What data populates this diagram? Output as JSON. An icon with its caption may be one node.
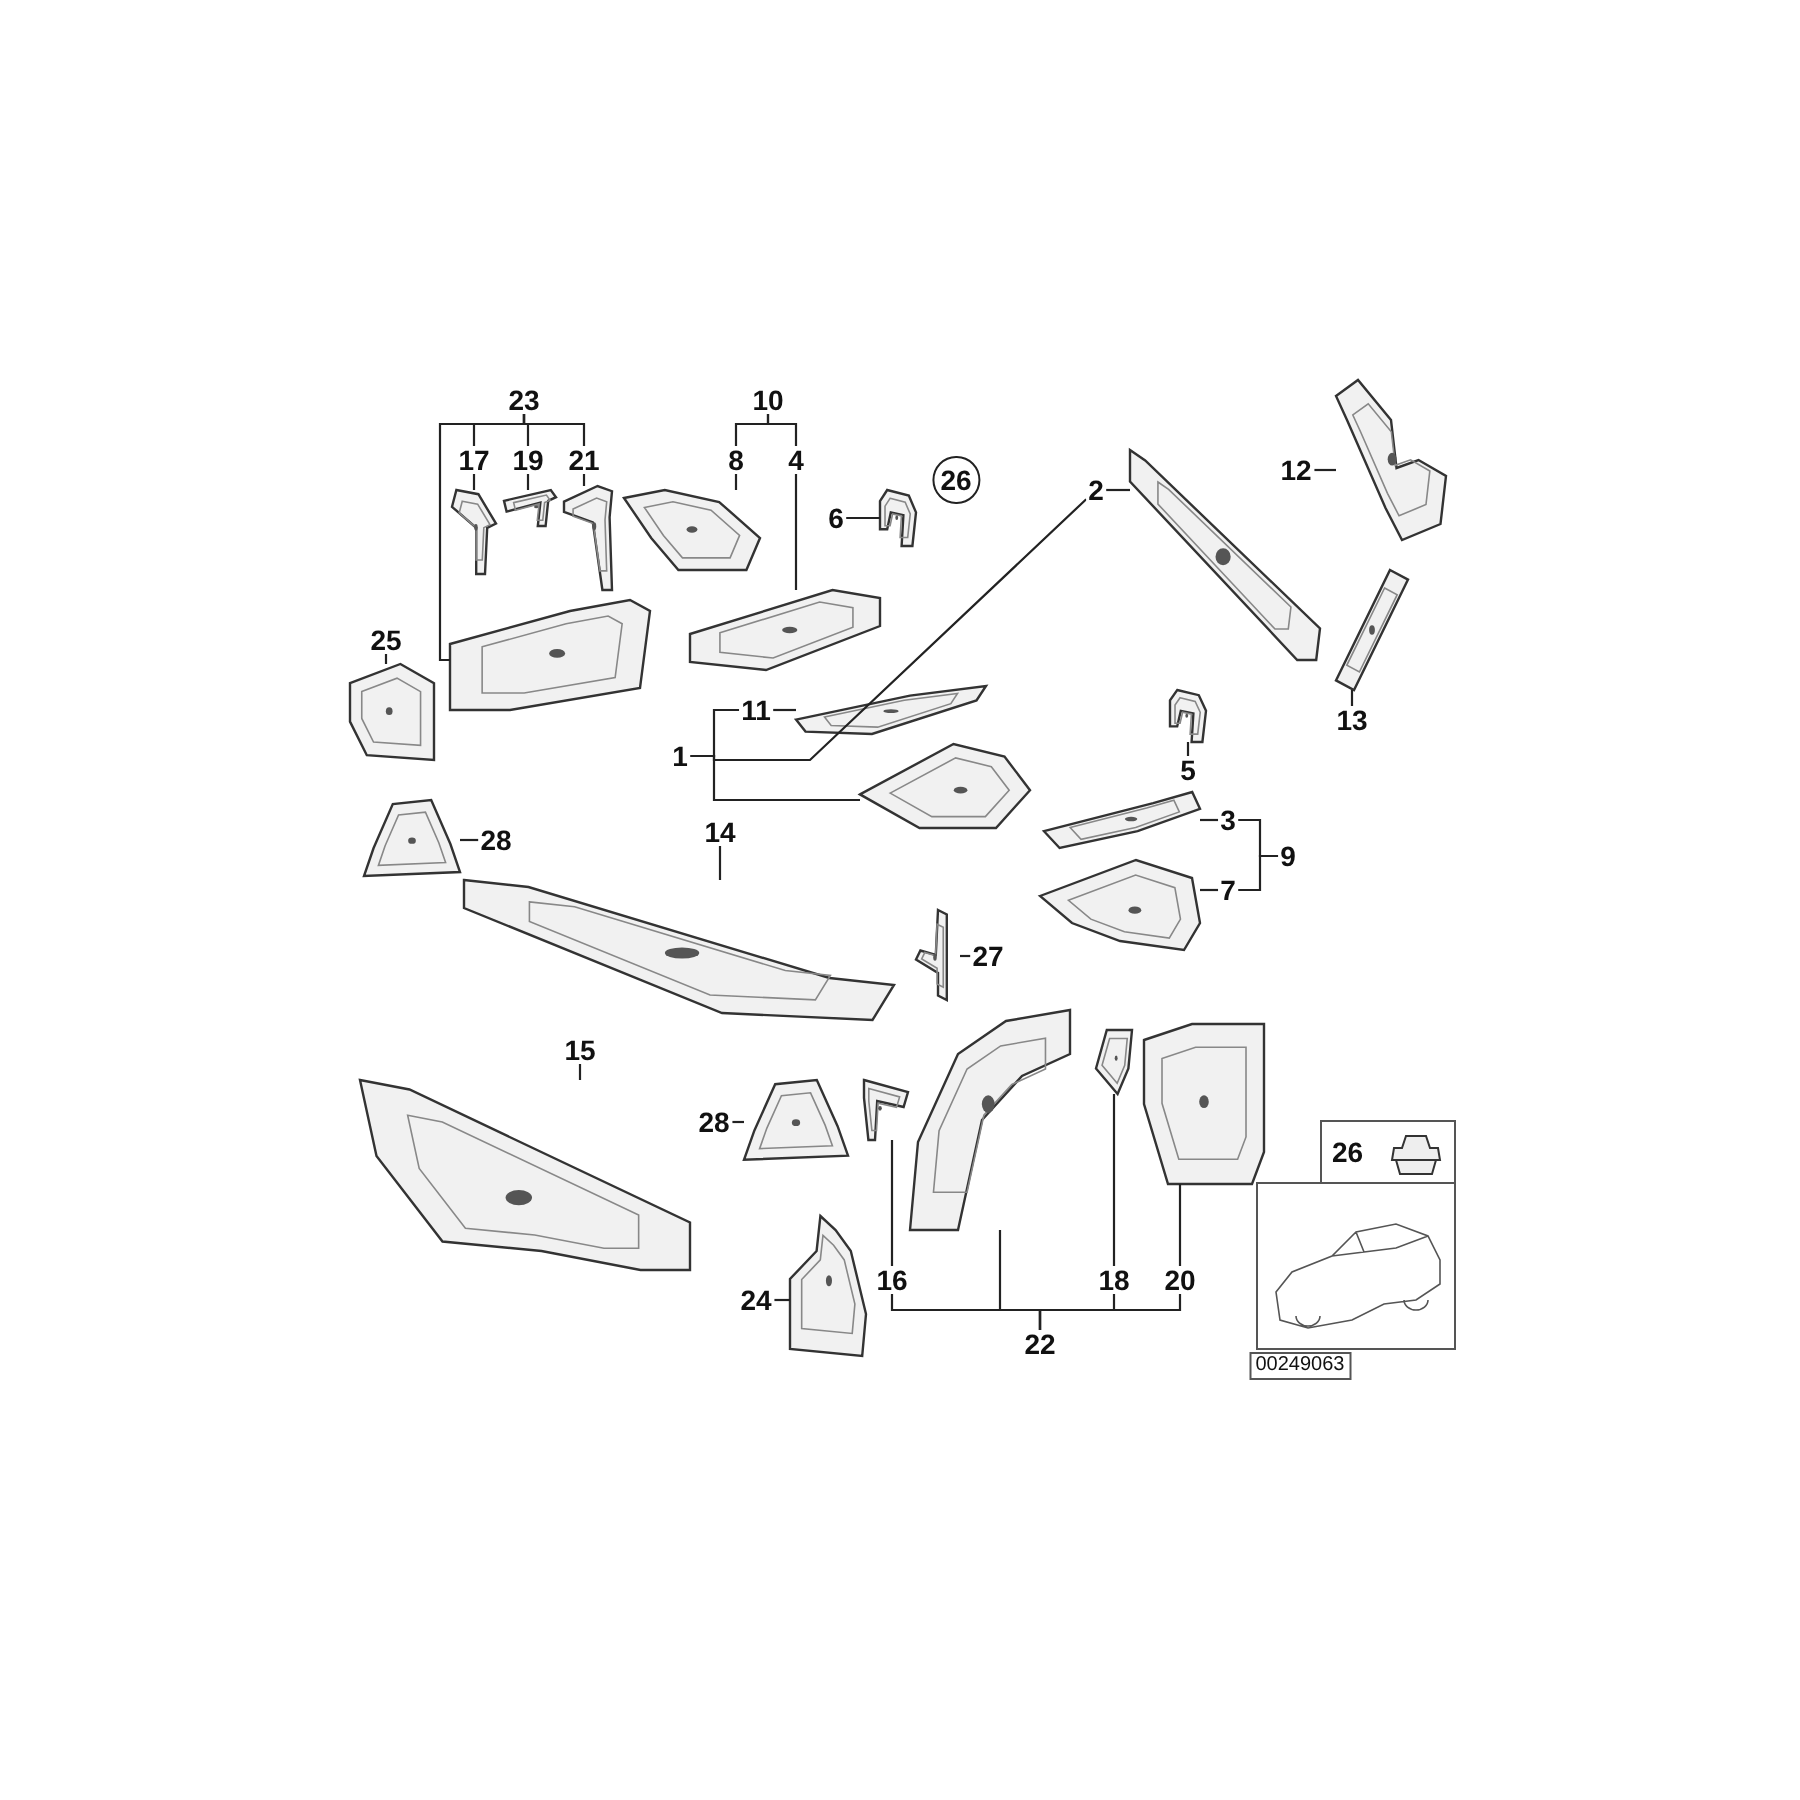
{
  "diagram": {
    "nodes": [
      {
        "text": [
          "17"
        ]
      },
      {
        "text": [],
        "shape": "picture"
      },
      {
        "text": [
          "19"
        ]
      },
      {
        "text": [],
        "shape": "picture"
      },
      {
        "text": [
          "21"
        ]
      },
      {
        "text": [],
        "shape": "picture"
      },
      {
        "text": [
          "8"
        ]
      },
      {
        "text": [],
        "shape": "picture"
      },
      {
        "text": [
          "4"
        ]
      },
      {
        "text": [],
        "shape": "picture"
      },
      {
        "text": [
          "6"
        ]
      },
      {
        "text": [],
        "shape": "picture"
      },
      {
        "text": [
          "12"
        ]
      },
      {
        "text": [],
        "shape": "picture"
      },
      {
        "text": [
          "25"
        ]
      },
      {
        "text": [],
        "shape": "picture"
      },
      {
        "text": [
          "11"
        ]
      },
      {
        "text": [],
        "shape": "picture"
      },
      {
        "text": [
          "2"
        ]
      },
      {
        "text": [],
        "shape": "picture"
      },
      {
        "text": [
          "5"
        ]
      },
      {
        "text": [],
        "shape": "picture"
      },
      {
        "text": [
          "3"
        ]
      },
      {
        "text": [],
        "shape": "picture"
      },
      {
        "text": [
          "7"
        ]
      },
      {
        "text": [],
        "shape": "picture"
      },
      {
        "text": [
          "13"
        ]
      },
      {
        "text": [],
        "shape": "picture"
      },
      {
        "text": [
          "14"
        ]
      },
      {
        "text": [],
        "shape": "picture"
      },
      {
        "text": [
          "28"
        ]
      },
      {
        "text": [],
        "shape": "picture"
      },
      {
        "text": [
          "27"
        ]
      },
      {
        "text": [],
        "shape": "picture"
      },
      {
        "text": [
          "15"
        ]
      },
      {
        "text": [],
        "shape": "picture"
      },
      {
        "text": [
          "28"
        ]
      },
      {
        "text": [],
        "shape": "picture"
      },
      {
        "text": [
          "16"
        ]
      },
      {
        "text": [],
        "shape": "picture"
      },
      {
        "text": [
          "18"
        ]
      },
      {
        "text": [],
        "shape": "picture"
      },
      {
        "text": [
          "20"
        ]
      },
      {
        "text": [],
        "shape": "picture"
      },
      {
        "text": [
          "24"
        ]
      },
      {
        "text": [],
        "shape": "picture"
      },
      {
        "text": [
          "23"
        ]
      },
      {
        "text": [],
        "shape": "picture"
      },
      {
        "text": [
          "10"
        ]
      },
      {
        "text": [
          "1"
        ]
      },
      {
        "text": [],
        "shape": "picture"
      },
      {
        "text": [
          "9"
        ]
      },
      {
        "text": [
          "22"
        ]
      },
      {
        "text": [],
        "shape": "picture"
      },
      {
        "text": [
          "26"
        ]
      }
    ],
    "edges": [
      {
        "from": 0,
        "to": 1,
        "arrow": "none"
      },
      {
        "from": 2,
        "to": 3,
        "arrow": "none"
      },
      {
        "from": 4,
        "to": 5,
        "arrow": "none"
      },
      {
        "from": 6,
        "to": 7,
        "arrow": "none"
      },
      {
        "from": 8,
        "to": 9,
        "arrow": "none"
      },
      {
        "from": 10,
        "to": 11,
        "arrow": "none"
      },
      {
        "from": 12,
        "to": 13,
        "arrow": "none"
      },
      {
        "from": 14,
        "to": 15,
        "arrow": "none"
      },
      {
        "from": 16,
        "to": 17,
        "arrow": "none"
      },
      {
        "from": 18,
        "to": 19,
        "arrow": "none"
      },
      {
        "from": 20,
        "to": 21,
        "arrow": "none"
      },
      {
        "from": 22,
        "to": 23,
        "arrow": "none"
      },
      {
        "from": 24,
        "to": 25,
        "arrow": "none"
      },
      {
        "from": 26,
        "to": 27,
        "arrow": "none"
      },
      {
        "from": 28,
        "to": 29,
        "arrow": "none"
      },
      {
        "from": 30,
        "to": 31,
        "arrow": "none"
      },
      {
        "from": 32,
        "to": 33,
        "arrow": "none"
      },
      {
        "from": 34,
        "to": 35,
        "arrow": "none"
      },
      {
        "from": 36,
        "to": 37,
        "arrow": "none"
      },
      {
        "from": 38,
        "to": 39,
        "arrow": "none"
      },
      {
        "from": 40,
        "to": 41,
        "arrow": "none"
      },
      {
        "from": 42,
        "to": 43,
        "arrow": "none"
      },
      {
        "from": 44,
        "to": 45,
        "arrow": "none"
      },
      {
        "from": 46,
        "to": 0,
        "arrow": "none"
      },
      {
        "from": 46,
        "to": 2,
        "arrow": "none"
      },
      {
        "from": 46,
        "to": 4,
        "arrow": "none"
      },
      {
        "from": 46,
        "to": 47,
        "arrow": "none"
      },
      {
        "from": 48,
        "to": 6,
        "arrow": "none"
      },
      {
        "from": 48,
        "to": 8,
        "arrow": "none"
      },
      {
        "from": 49,
        "to": 16,
        "arrow": "none"
      },
      {
        "from": 49,
        "to": 18,
        "arrow": "none"
      },
      {
        "from": 49,
        "to": 50,
        "arrow": "none"
      },
      {
        "from": 51,
        "to": 22,
        "arrow": "none"
      },
      {
        "from": 51,
        "to": 24,
        "arrow": "none"
      },
      {
        "from": 52,
        "to": 38,
        "arrow": "none"
      },
      {
        "from": 52,
        "to": 40,
        "arrow": "none"
      },
      {
        "from": 52,
        "to": 42,
        "arrow": "none"
      },
      {
        "from": 52,
        "to": 53,
        "arrow": "none"
      }
    ],
    "labels": [
      "26",
      "00249063"
    ]
  }
}
